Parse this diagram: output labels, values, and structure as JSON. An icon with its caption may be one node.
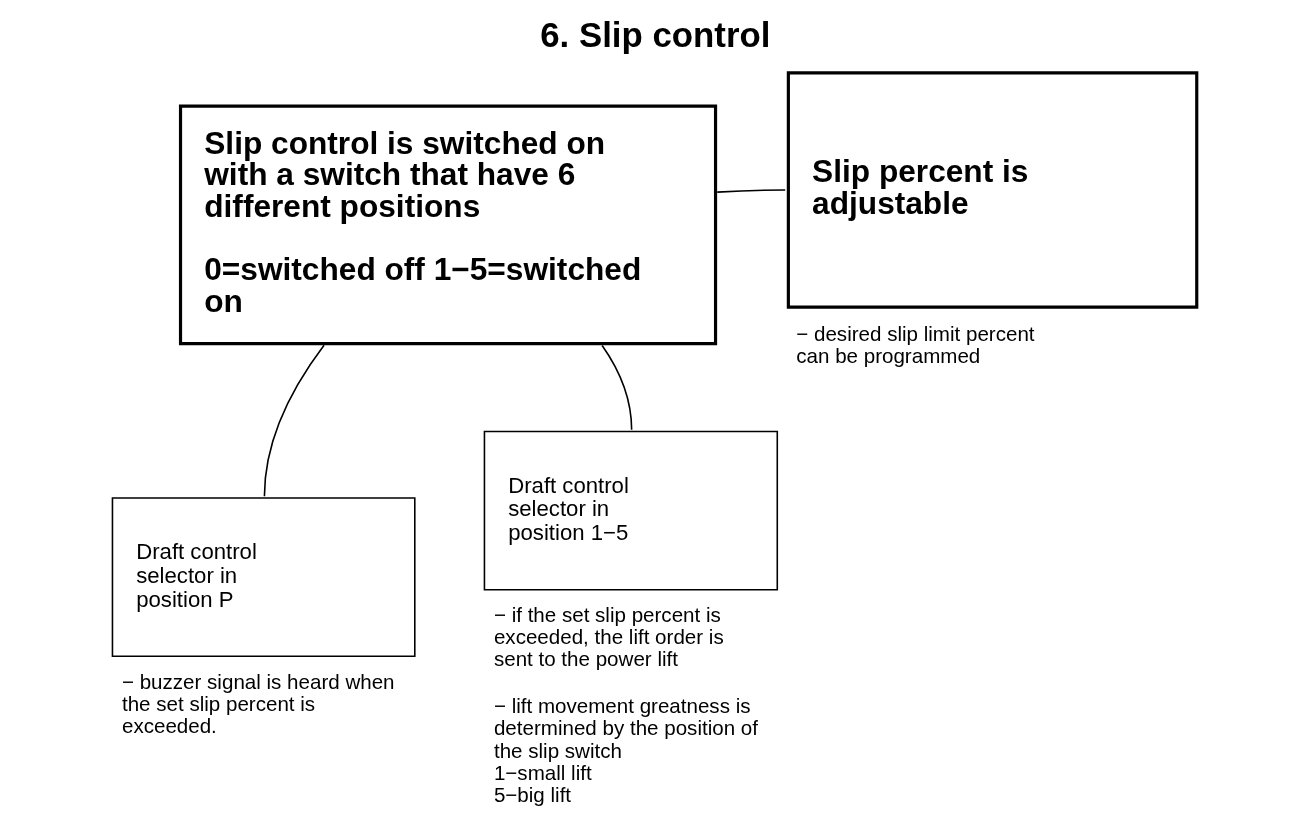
{
  "diagram": {
    "title": "6. Slip control",
    "nodes": [
      {
        "text": [
          "Slip control is switched on with a switch that have 6 different positions",
          "0=switched off 1−5=switched on"
        ]
      },
      {
        "text": [
          "Slip percent is adjustable"
        ],
        "beside": [
          "− desired slip limit percent can be programmed"
        ]
      },
      {
        "text": [
          "Draft control selector in position P"
        ],
        "beside": [
          "− buzzer signal is heard when the set slip percent is exceeded."
        ]
      },
      {
        "text": [
          "Draft control selector in position 1−5"
        ],
        "beside": [
          "− if the set slip percent is exceeded, the lift order is sent to the power lift",
          "− lift movement greatness is determined by the position of the slip switch",
          "1−small lift",
          "5−big lift"
        ]
      }
    ],
    "edges": [
      {
        "from": 0,
        "to": 1,
        "arrow": "none"
      },
      {
        "from": 0,
        "to": 2,
        "arrow": "none"
      },
      {
        "from": 0,
        "to": 3,
        "arrow": "none"
      }
    ]
  }
}
